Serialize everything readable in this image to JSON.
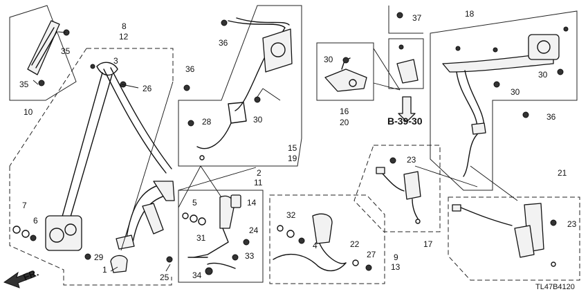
{
  "diagram_code": "TL47B4120",
  "reference_code": "B-39-30",
  "direction_label": "FR.",
  "callouts": {
    "c1": "1",
    "c2": "2",
    "c3": "3",
    "c4": "4",
    "c5": "5",
    "c6": "6",
    "c7": "7",
    "c8": "8",
    "c9": "9",
    "c10": "10",
    "c11": "11",
    "c12": "12",
    "c13": "13",
    "c14": "14",
    "c15": "15",
    "c16": "16",
    "c17": "17",
    "c18": "18",
    "c19": "19",
    "c20": "20",
    "c21": "21",
    "c22": "22",
    "c23a": "23",
    "c23b": "23",
    "c24": "24",
    "c25": "25",
    "c26": "26",
    "c27": "27",
    "c28": "28",
    "c29": "29",
    "c30a": "30",
    "c30b": "30",
    "c30c": "30",
    "c30d": "30",
    "c31": "31",
    "c32": "32",
    "c33": "33",
    "c34": "34",
    "c35a": "35",
    "c35b": "35",
    "c36a": "36",
    "c36b": "36",
    "c36c": "36",
    "c37": "37"
  }
}
